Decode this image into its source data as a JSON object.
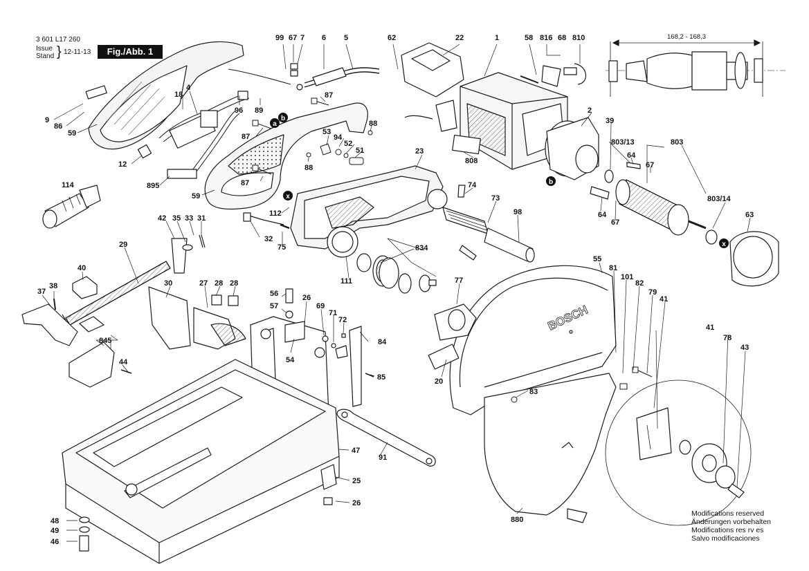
{
  "header": {
    "doc_number": "3 601 L17 260",
    "issue_label_1": "Issue",
    "issue_label_2": "Stand",
    "issue_date": "12-11-13",
    "figure_label": "Fig./Abb. 1"
  },
  "dimension_label": "168,2 - 168,3",
  "brand": "BOSCH",
  "connector_badges": {
    "a": "a",
    "b": "b",
    "x": "x"
  },
  "notice_lines": [
    "Modifications reserved",
    "Änderungen vorbehalten",
    "Modifications res rv es",
    "Salvo modificaciones"
  ],
  "part_labels": {
    "p99": "99",
    "p67a": "67",
    "p7": "7",
    "p6": "6",
    "p5": "5",
    "p62": "62",
    "p22": "22",
    "p1": "1",
    "p58": "58",
    "p816": "816",
    "p68": "68",
    "p810": "810",
    "p4": "4",
    "p18": "18",
    "p96": "96",
    "p89": "89",
    "p87a": "87",
    "p9": "9",
    "p86": "86",
    "p59a": "59",
    "p12": "12",
    "p895": "895",
    "p87b": "87",
    "p88a": "88",
    "p53": "53",
    "p94": "94",
    "p52": "52",
    "p51": "51",
    "p88b": "88",
    "p87c": "87",
    "p59b": "59",
    "p808": "808",
    "p2": "2",
    "p39": "39",
    "p80313": "803/13",
    "p803": "803",
    "p64a": "64",
    "p67b": "67",
    "p114": "114",
    "p23": "23",
    "p74": "74",
    "p73": "73",
    "p98": "98",
    "p112": "112",
    "p42": "42",
    "p35": "35",
    "p33": "33",
    "p31": "31",
    "p32": "32",
    "p75": "75",
    "p64b": "64",
    "p67c": "67",
    "p80314": "803/14",
    "p63": "63",
    "p29": "29",
    "p834": "834",
    "p111": "111",
    "p40": "40",
    "p55": "55",
    "p81": "81",
    "p101": "101",
    "p82": "82",
    "p79": "79",
    "p41a": "41",
    "p37": "37",
    "p38": "38",
    "p30": "30",
    "p27": "27",
    "p28a": "28",
    "p28b": "28",
    "p56": "56",
    "p26a": "26",
    "p57": "57",
    "p69": "69",
    "p71": "71",
    "p72": "72",
    "p77": "77",
    "p845": "845",
    "p54": "54",
    "p84": "84",
    "p44": "44",
    "p85": "85",
    "p20": "20",
    "p41b": "41",
    "p78": "78",
    "p43": "43",
    "p83": "83",
    "p47": "47",
    "p91": "91",
    "p25": "25",
    "p26b": "26",
    "p880": "880",
    "p48": "48",
    "p49": "49",
    "p46": "46"
  }
}
